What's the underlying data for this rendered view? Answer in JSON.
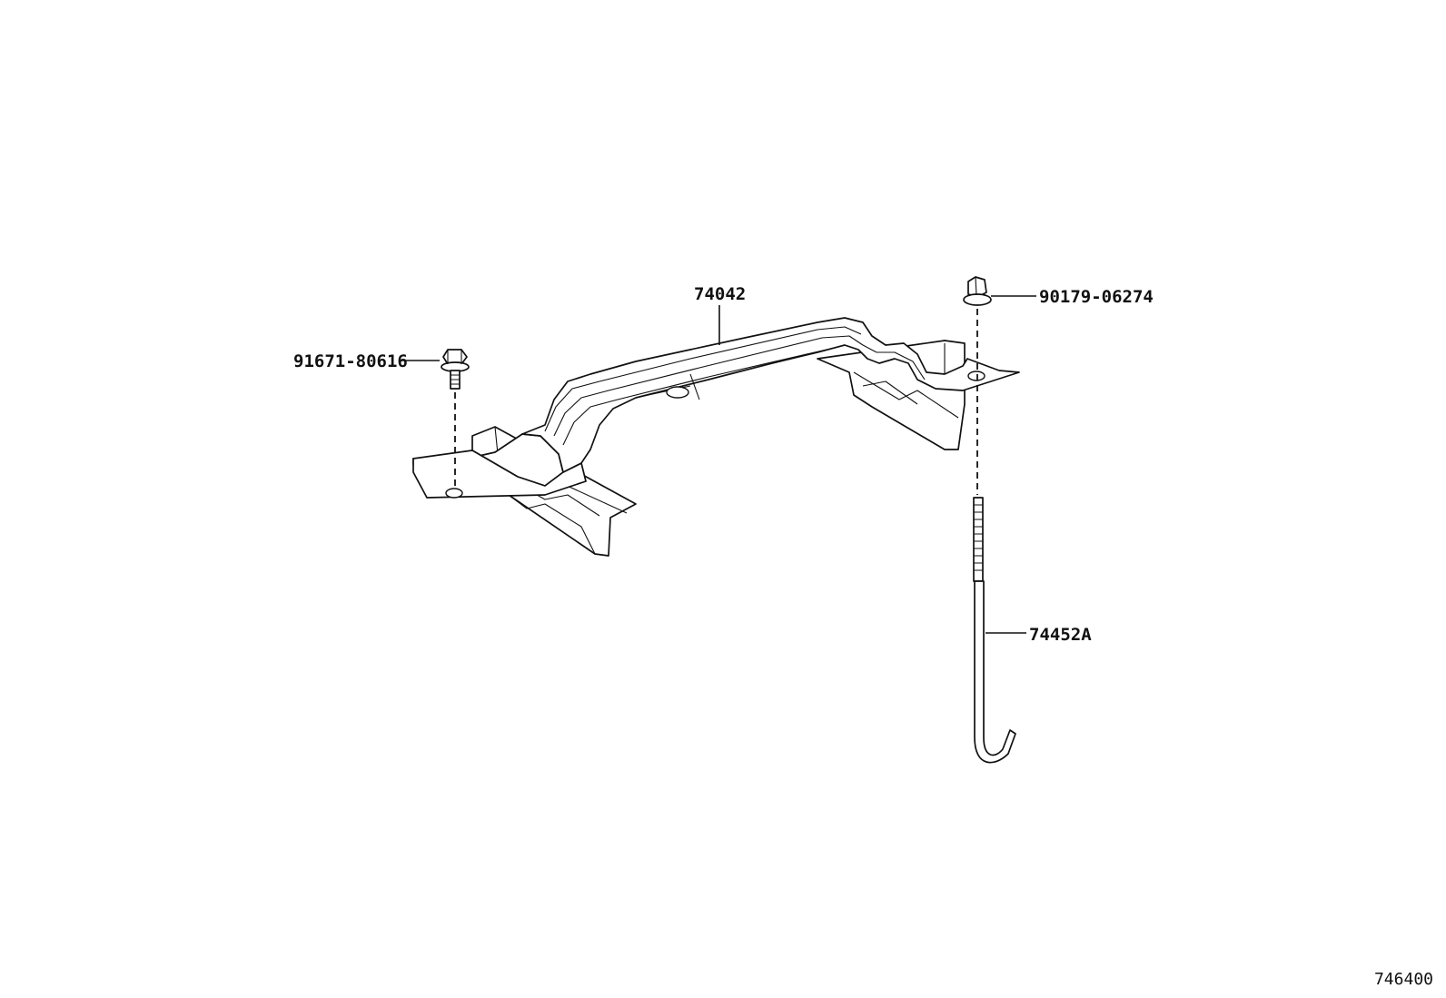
{
  "parts": {
    "bracket": "74042",
    "nut": "90179-06274",
    "bolt": "91671-80616",
    "hook_bolt": "74452A"
  },
  "figure_code": "746400",
  "colors": {
    "line": "#111111",
    "background": "#ffffff"
  }
}
